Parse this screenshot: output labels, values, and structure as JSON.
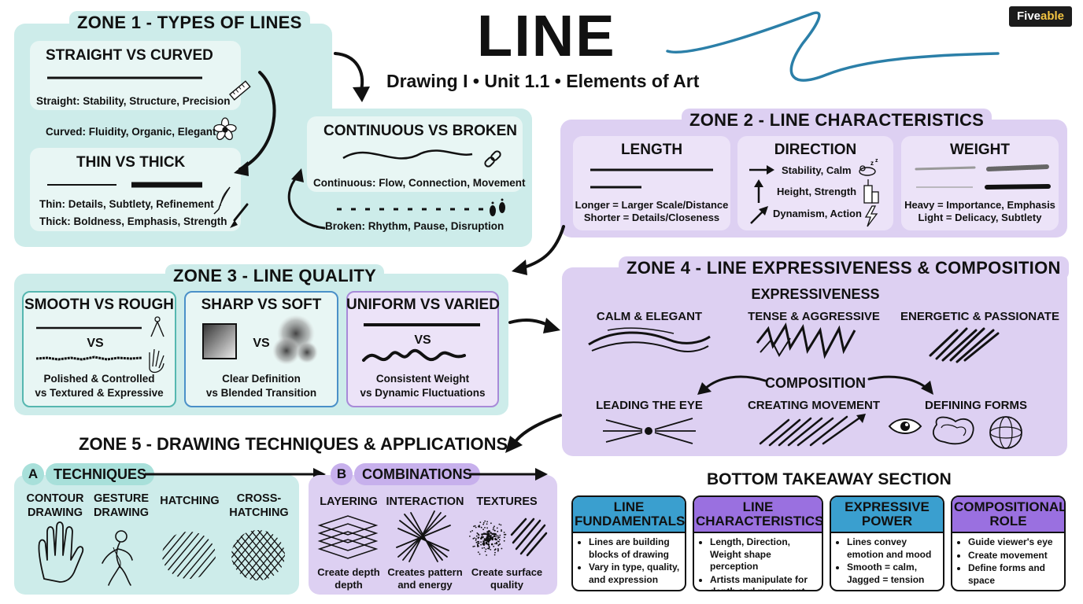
{
  "header": {
    "title": "LINE",
    "subtitle": "Drawing I • Unit 1.1 • Elements of Art",
    "logo_text": "Fiveable",
    "logo_text_a": "Five",
    "logo_text_b": "able"
  },
  "zone1": {
    "title": "ZONE 1 - TYPES OF LINES",
    "straight_curved": {
      "heading": "STRAIGHT VS CURVED",
      "straight": "Straight: Stability, Structure, Precision",
      "curved": "Curved: Fluidity, Organic, Elegant"
    },
    "thin_thick": {
      "heading": "THIN VS THICK",
      "thin": "Thin: Details, Subtlety, Refinement",
      "thick": "Thick: Boldness, Emphasis, Strength"
    },
    "continuous_broken": {
      "heading": "CONTINUOUS VS BROKEN",
      "continuous": "Continuous: Flow, Connection, Movement",
      "broken": "Broken: Rhythm, Pause, Disruption"
    }
  },
  "zone2": {
    "title": "ZONE 2 - LINE CHARACTERISTICS",
    "length": {
      "heading": "LENGTH",
      "line1": "Longer = Larger Scale/Distance",
      "line2": "Shorter = Details/Closeness"
    },
    "direction": {
      "heading": "DIRECTION",
      "items": [
        "Stability, Calm",
        "Height, Strength",
        "Dynamism, Action"
      ]
    },
    "weight": {
      "heading": "WEIGHT",
      "line1": "Heavy = Importance, Emphasis",
      "line2": "Light = Delicacy, Subtlety"
    }
  },
  "zone3": {
    "title": "ZONE 3 - LINE QUALITY",
    "vs": "VS",
    "cards": [
      {
        "heading": "SMOOTH VS ROUGH",
        "line1": "Polished & Controlled",
        "line2": "vs Textured & Expressive"
      },
      {
        "heading": "SHARP VS SOFT",
        "line1": "Clear Definition",
        "line2": "vs Blended Transition"
      },
      {
        "heading": "UNIFORM VS VARIED",
        "line1": "Consistent Weight",
        "line2": "vs Dynamic Fluctuations"
      }
    ]
  },
  "zone4": {
    "title": "ZONE 4 - LINE EXPRESSIVENESS & COMPOSITION",
    "expressiveness": "EXPRESSIVENESS",
    "expr_items": [
      "CALM & ELEGANT",
      "TENSE & AGGRESSIVE",
      "ENERGETIC & PASSIONATE"
    ],
    "composition": "COMPOSITION",
    "comp_items": [
      "LEADING THE EYE",
      "CREATING MOVEMENT",
      "DEFINING FORMS"
    ]
  },
  "zone5": {
    "title": "ZONE 5 - DRAWING TECHNIQUES & APPLICATIONS",
    "a_letter": "A",
    "a_label": "TECHNIQUES",
    "b_letter": "B",
    "b_label": "COMBINATIONS",
    "techniques": [
      {
        "l1": "CONTOUR",
        "l2": "DRAWING"
      },
      {
        "l1": "GESTURE",
        "l2": "DRAWING"
      },
      {
        "l1": "HATCHING",
        "l2": ""
      },
      {
        "l1": "CROSS-",
        "l2": "HATCHING"
      }
    ],
    "combinations": [
      {
        "label": "LAYERING",
        "d1": "Create depth",
        "d2": "depth"
      },
      {
        "label": "INTERACTION",
        "d1": "Creates pattern",
        "d2": "and energy"
      },
      {
        "label": "TEXTURES",
        "d1": "Create surface",
        "d2": "quality"
      }
    ]
  },
  "takeaway": {
    "title": "BOTTOM TAKEAWAY SECTION",
    "boxes": [
      {
        "h1": "LINE",
        "h2": "FUNDAMENTALS",
        "color": "#2f8fbf",
        "items": [
          "Lines are building blocks of drawing",
          "Vary in type, quality, and expression"
        ]
      },
      {
        "h1": "LINE",
        "h2": "CHARACTERISTICS",
        "color": "#8a5fd6",
        "items": [
          "Length, Direction, Weight shape perception",
          "Artists manipulate for depth and movement"
        ]
      },
      {
        "h1": "EXPRESSIVE",
        "h2": "POWER",
        "color": "#2f8fbf",
        "items": [
          "Lines convey emotion and mood",
          "Smooth = calm, Jagged = tension"
        ]
      },
      {
        "h1": "COMPOSITIONAL",
        "h2": "ROLE",
        "color": "#8a5fd6",
        "items": [
          "Guide viewer's eye",
          "Create movement",
          "Define forms and space"
        ]
      }
    ]
  },
  "colors": {
    "teal_zone": "#cdecea",
    "purple_zone": "#ddd0f2",
    "teal_accent": "#2f8fbf",
    "purple_accent": "#8a5fd6"
  }
}
